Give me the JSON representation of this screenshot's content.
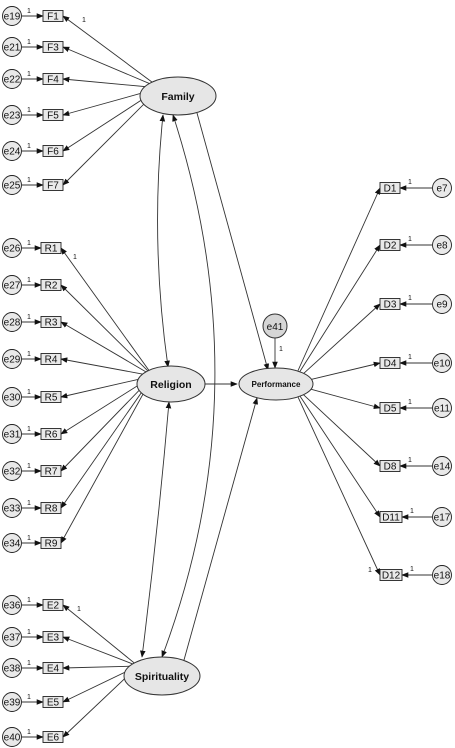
{
  "latents": {
    "family": "Family",
    "religion": "Religion",
    "spirituality": "Spirituality",
    "performance": "Performance",
    "perf_error": "e41"
  },
  "family_indicators": [
    {
      "label": "F1",
      "error": "e19"
    },
    {
      "label": "F3",
      "error": "e21"
    },
    {
      "label": "F4",
      "error": "e22"
    },
    {
      "label": "F5",
      "error": "e23"
    },
    {
      "label": "F6",
      "error": "e24"
    },
    {
      "label": "F7",
      "error": "e25"
    }
  ],
  "religion_indicators": [
    {
      "label": "R1",
      "error": "e26"
    },
    {
      "label": "R2",
      "error": "e27"
    },
    {
      "label": "R3",
      "error": "e28"
    },
    {
      "label": "R4",
      "error": "e29"
    },
    {
      "label": "R5",
      "error": "e30"
    },
    {
      "label": "R6",
      "error": "e31"
    },
    {
      "label": "R7",
      "error": "e32"
    },
    {
      "label": "R8",
      "error": "e33"
    },
    {
      "label": "R9",
      "error": "e34"
    }
  ],
  "spirituality_indicators": [
    {
      "label": "E2",
      "error": "e36"
    },
    {
      "label": "E3",
      "error": "e37"
    },
    {
      "label": "E4",
      "error": "e38"
    },
    {
      "label": "E5",
      "error": "e39"
    },
    {
      "label": "E6",
      "error": "e40"
    }
  ],
  "performance_indicators": [
    {
      "label": "D1",
      "error": "e7"
    },
    {
      "label": "D2",
      "error": "e8"
    },
    {
      "label": "D3",
      "error": "e9"
    },
    {
      "label": "D4",
      "error": "e10"
    },
    {
      "label": "D5",
      "error": "e11"
    },
    {
      "label": "D8",
      "error": "e14"
    },
    {
      "label": "D11",
      "error": "e17"
    },
    {
      "label": "D12",
      "error": "e18"
    }
  ],
  "fixed_weight": "1"
}
